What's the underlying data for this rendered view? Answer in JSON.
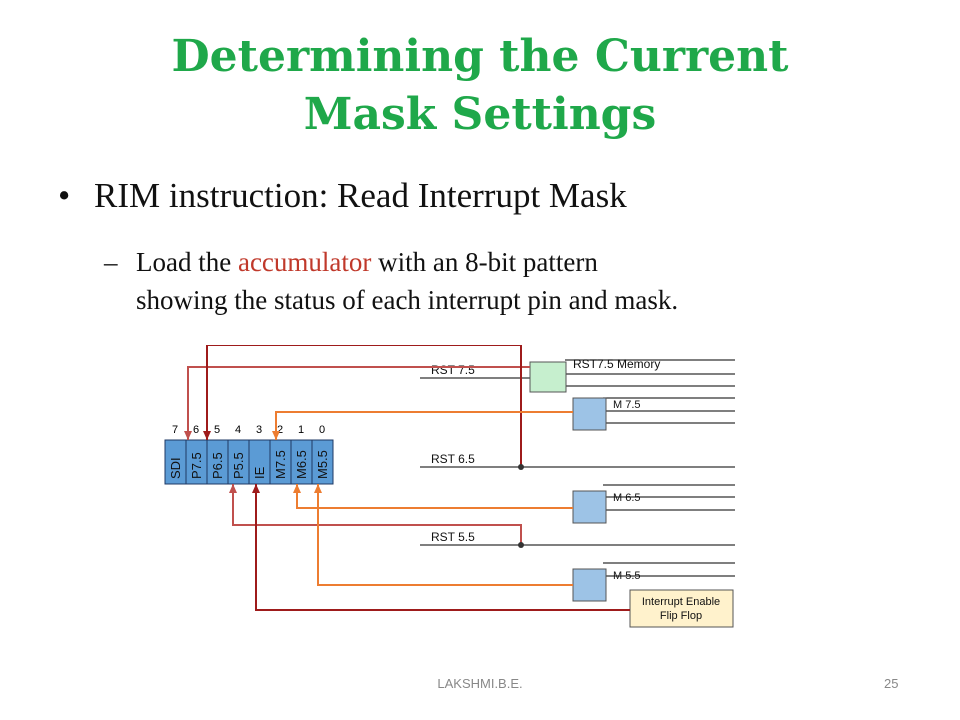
{
  "slide": {
    "title_line1": "Determining the Current",
    "title_line2": "Mask Settings",
    "bullet": "RIM instruction: Read Interrupt Mask",
    "sub_line1_pre": "Load the ",
    "sub_line1_accent": "accumulator",
    "sub_line1_post": " with an 8-bit pattern",
    "sub_line2": "showing the status of each interrupt pin and mask.",
    "footer_author": "LAKSHMI.B.E.",
    "page_number": "25"
  },
  "diagram": {
    "bit_numbers": [
      "7",
      "6",
      "5",
      "4",
      "3",
      "2",
      "1",
      "0"
    ],
    "bits": [
      "SDI",
      "P7.5",
      "P6.5",
      "P5.5",
      "IE",
      "M7.5",
      "M6.5",
      "M5.5"
    ],
    "rst_labels": [
      "RST 7.5",
      "RST 6.5",
      "RST 5.5"
    ],
    "memory_label": "RST7.5 Memory",
    "mask_labels": [
      "M 7.5",
      "M 6.5",
      "M 5.5"
    ],
    "flipflop_line1": "Interrupt Enable",
    "flipflop_line2": "Flip Flop",
    "colors": {
      "register": "#5b9bd5",
      "mask_box": "#9dc3e6",
      "memory_box": "#c6efce",
      "flipflop_box": "#fff2cc",
      "dark_red": "#9e1b1b",
      "rose": "#c0504d",
      "orange": "#ed7d31"
    }
  }
}
